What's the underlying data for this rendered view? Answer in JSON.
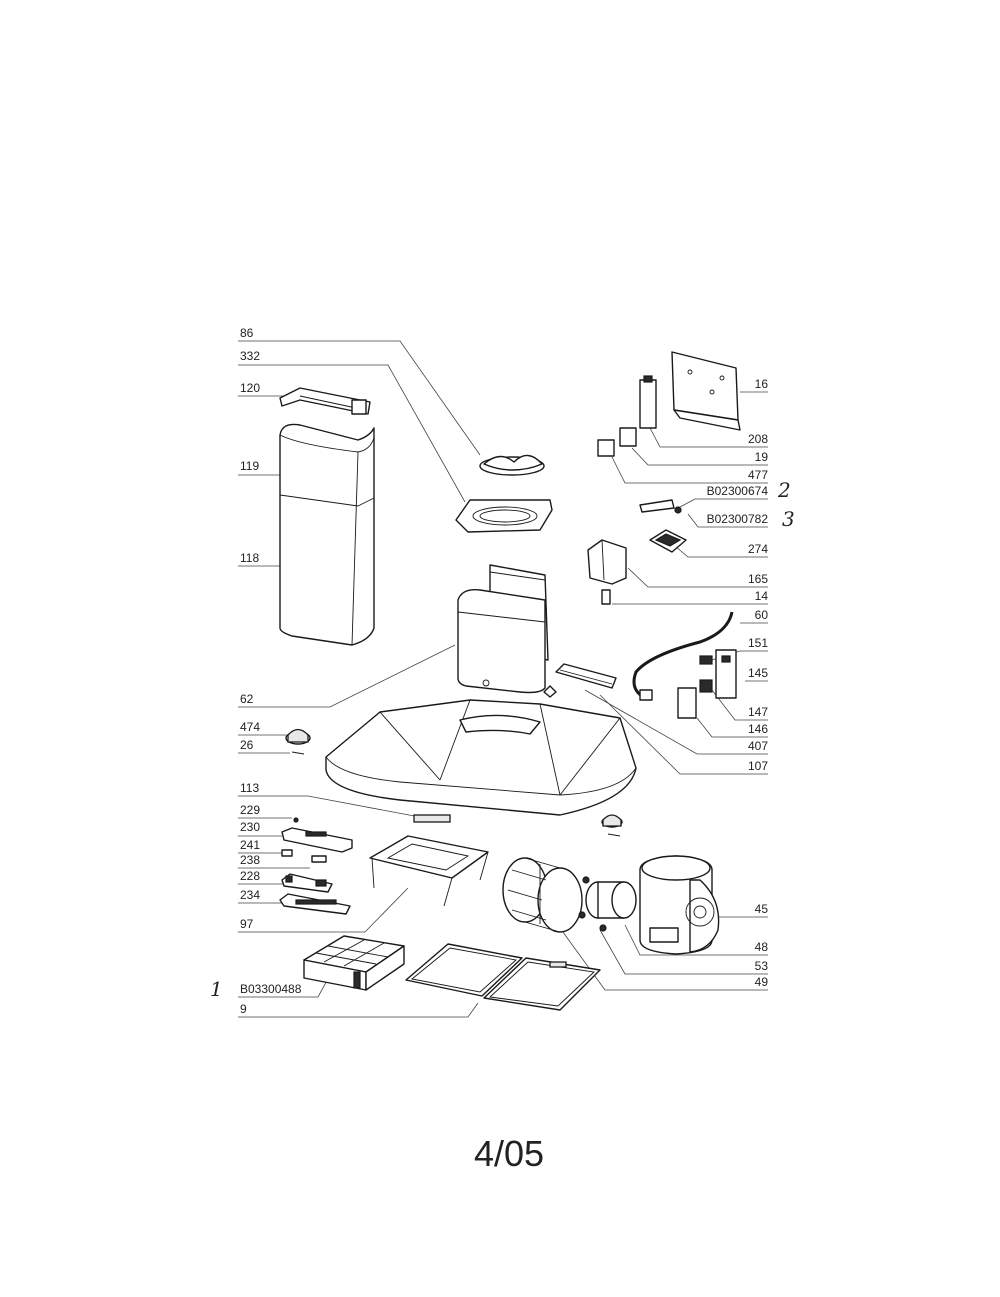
{
  "labels": {
    "l86": "86",
    "l332": "332",
    "l120": "120",
    "l119": "119",
    "l118": "118",
    "l62": "62",
    "l474": "474",
    "l26": "26",
    "l113": "113",
    "l229": "229",
    "l230": "230",
    "l241": "241",
    "l238": "238",
    "l228": "228",
    "l234": "234",
    "l97": "97",
    "lB03300488": "B03300488",
    "l9": "9",
    "l16": "16",
    "l208": "208",
    "l19": "19",
    "l477": "477",
    "lB02300674": "B02300674",
    "lB02300782": "B02300782",
    "l274": "274",
    "l165": "165",
    "l14": "14",
    "l60": "60",
    "l151": "151",
    "l145": "145",
    "l147": "147",
    "l146": "146",
    "l407": "407",
    "l107": "107",
    "l45": "45",
    "l48": "48",
    "l53": "53",
    "l49": "49"
  },
  "handwritten": {
    "h1": "1",
    "h2": "2",
    "h3": "3"
  },
  "footer": {
    "page_code": "4/05"
  }
}
